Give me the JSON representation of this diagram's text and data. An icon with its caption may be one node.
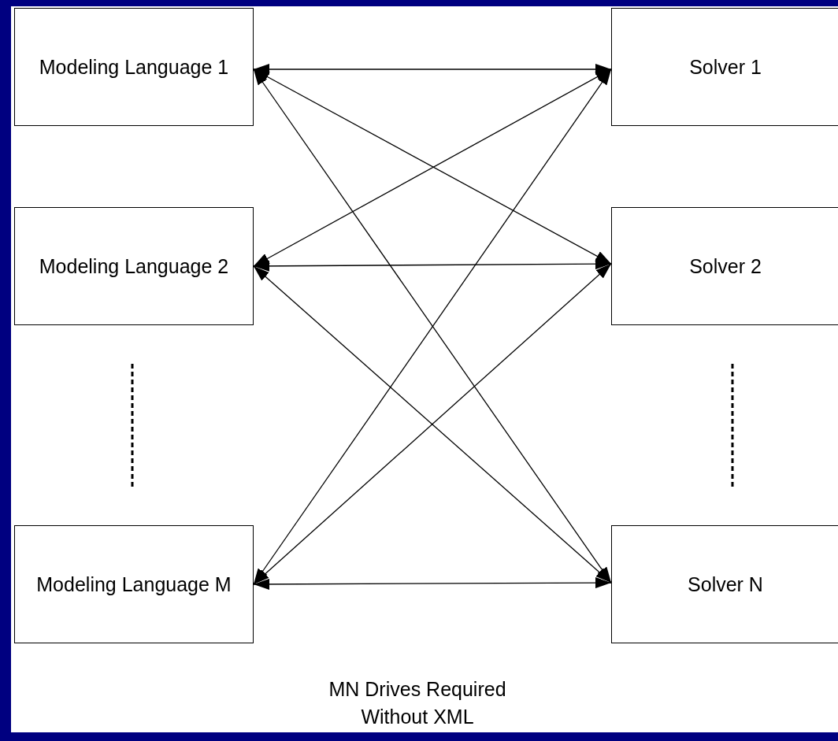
{
  "diagram": {
    "caption": "MN Drives Required Without XML",
    "nodes": [
      {
        "text": [
          "Modeling Language 1"
        ]
      },
      {
        "text": [
          "Modeling Language 2"
        ]
      },
      {
        "text": [
          "Modeling Language M"
        ]
      },
      {
        "text": [
          "Solver 1"
        ]
      },
      {
        "text": [
          "Solver 2"
        ]
      },
      {
        "text": [
          "Solver N"
        ]
      }
    ],
    "edges": [
      {
        "from": 0,
        "to": 3,
        "arrow": "both"
      },
      {
        "from": 0,
        "to": 4,
        "arrow": "both"
      },
      {
        "from": 0,
        "to": 5,
        "arrow": "both"
      },
      {
        "from": 1,
        "to": 3,
        "arrow": "both"
      },
      {
        "from": 1,
        "to": 4,
        "arrow": "both"
      },
      {
        "from": 1,
        "to": 5,
        "arrow": "both"
      },
      {
        "from": 2,
        "to": 3,
        "arrow": "both"
      },
      {
        "from": 2,
        "to": 4,
        "arrow": "both"
      },
      {
        "from": 2,
        "to": 5,
        "arrow": "both"
      }
    ]
  }
}
